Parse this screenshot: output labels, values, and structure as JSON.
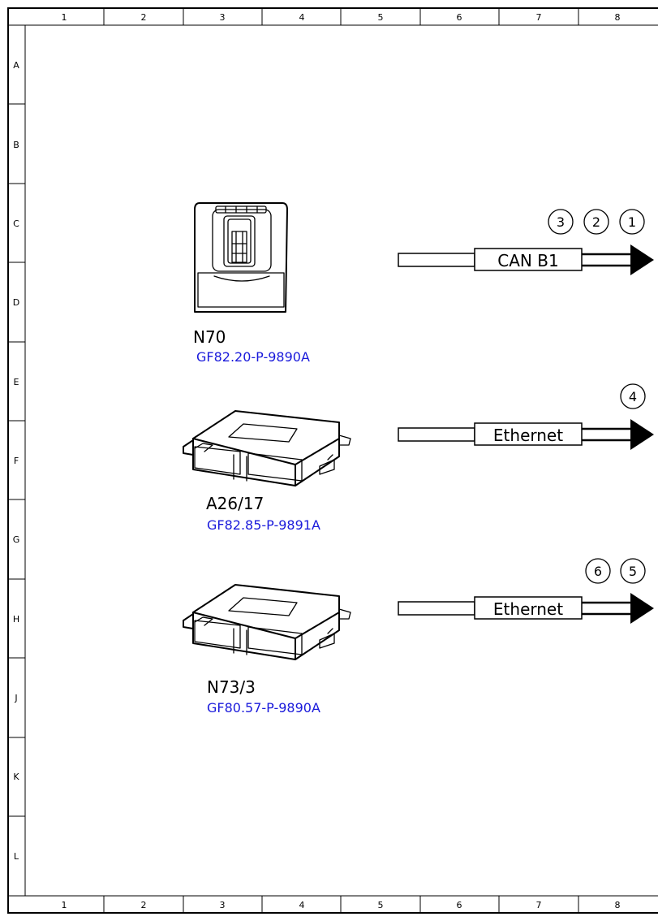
{
  "frame": {
    "columns": [
      "1",
      "2",
      "3",
      "4",
      "5",
      "6",
      "7",
      "8"
    ],
    "rows": [
      "A",
      "B",
      "C",
      "D",
      "E",
      "F",
      "G",
      "H",
      "J",
      "K",
      "L"
    ]
  },
  "components": [
    {
      "id": "N70",
      "reference": "GF82.20-P-9890A"
    },
    {
      "id": "A26/17",
      "reference": "GF82.85-P-9891A"
    },
    {
      "id": "N73/3",
      "reference": "GF80.57-P-9890A"
    }
  ],
  "buses": [
    {
      "label": "CAN B1",
      "connectors": [
        "3",
        "2",
        "1"
      ]
    },
    {
      "label": "Ethernet",
      "connectors": [
        "4"
      ]
    },
    {
      "label": "Ethernet",
      "connectors": [
        "6",
        "5"
      ]
    }
  ]
}
